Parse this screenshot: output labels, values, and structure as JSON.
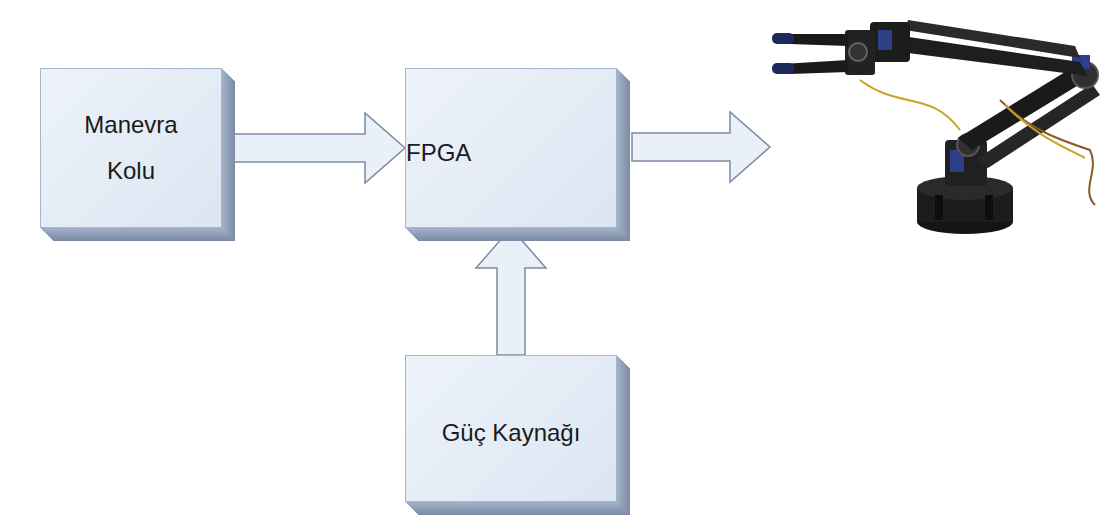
{
  "diagram": {
    "nodes": [
      {
        "text": [
          "Manevra Kolu"
        ]
      },
      {
        "text": [
          "FPGA"
        ]
      },
      {
        "text": [
          "Güç Kaynağı"
        ]
      }
    ],
    "edges": [
      {
        "from": 0,
        "to": 1,
        "arrow": "to"
      },
      {
        "from": 2,
        "to": 1,
        "arrow": "to"
      }
    ]
  }
}
